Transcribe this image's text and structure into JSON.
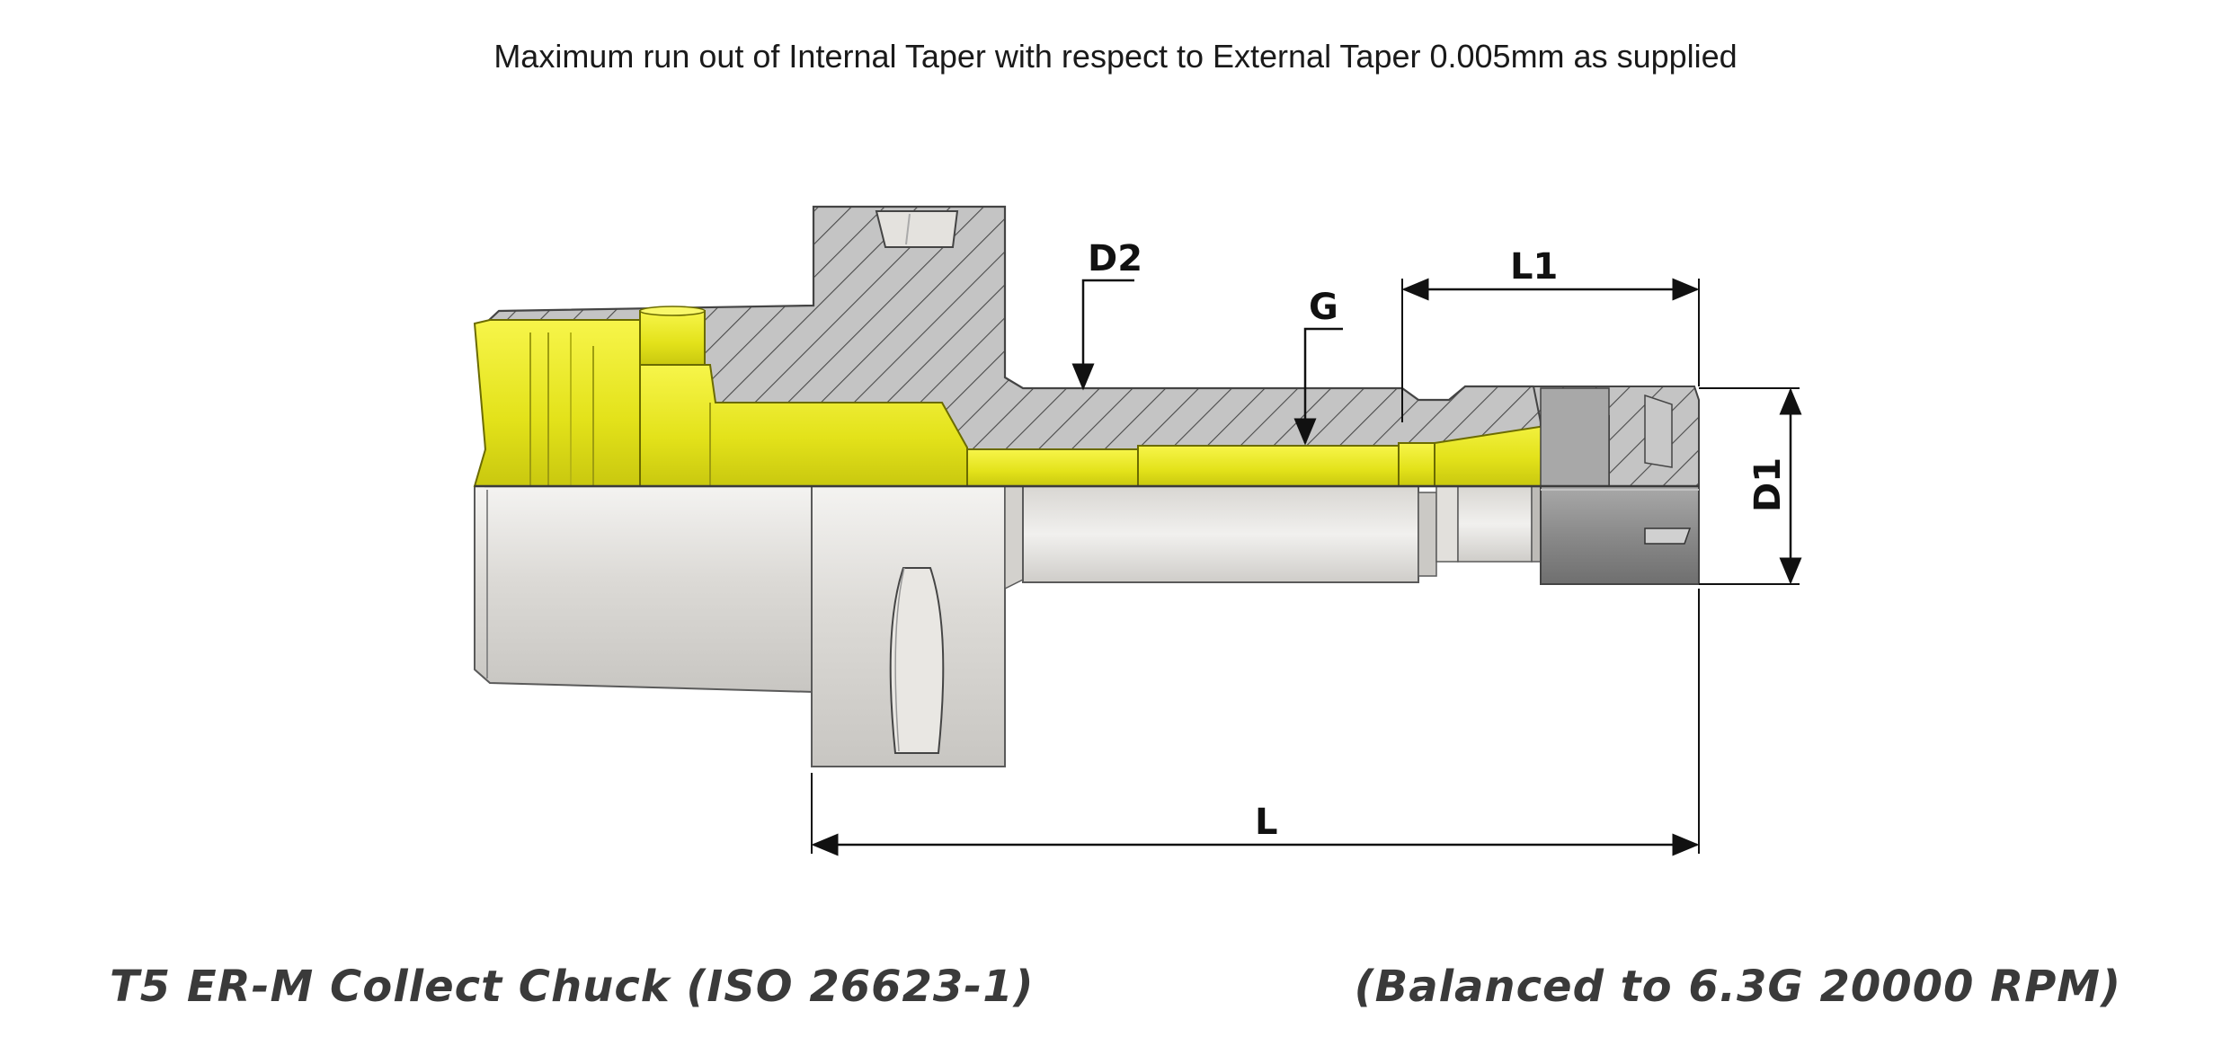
{
  "header": {
    "note": "Maximum run out of Internal Taper with respect to External Taper 0.005mm as supplied"
  },
  "dimensions": {
    "D2": "D2",
    "G": "G",
    "L1": "L1",
    "D1": "D1",
    "L": "L"
  },
  "footer": {
    "title": "T5 ER-M Collect Chuck (ISO 26623-1)",
    "balance": "(Balanced to 6.3G 20000 RPM)"
  },
  "colors": {
    "yellow": "#e7e61a",
    "section_grey": "#bdbdbd",
    "body_light": "#dedcd8",
    "nut_dark": "#8f8f8f",
    "line": "#111111"
  }
}
